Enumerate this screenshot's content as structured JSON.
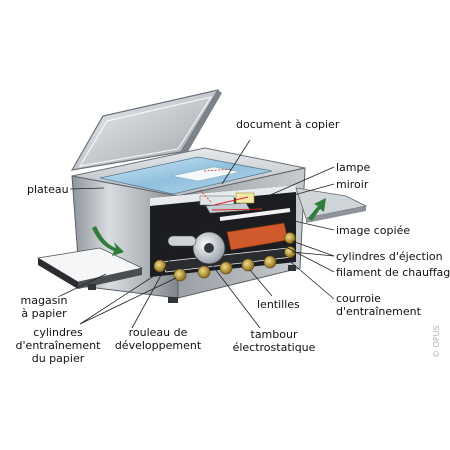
{
  "labels": {
    "document": "document à copier",
    "lampe": "lampe",
    "miroir": "miroir",
    "plateau": "plateau",
    "image_copiee": "image copiée",
    "cylindres_ejection": "cylindres d'éjection",
    "filament": "filament de chauffage",
    "magasin_line1": "magasin",
    "magasin_line2": "à papier",
    "lentilles": "lentilles",
    "courroie_line1": "courroie",
    "courroie_line2": "d'entraînement",
    "cyl_entrainement_line1": "cylindres",
    "cyl_entrainement_line2": "d'entraînement",
    "cyl_entrainement_line3": "du papier",
    "rouleau_line1": "rouleau de",
    "rouleau_line2": "développement",
    "tambour_line1": "tambour",
    "tambour_line2": "électrostatique"
  },
  "credit": "© OPUS",
  "colors": {
    "body_grey": "#b4b9be",
    "glass_blue": "#a9cfe6",
    "arrow_green": "#2f7d3a",
    "belt_orange": "#cf5a2c",
    "roller_gold": "#c9a23c"
  }
}
